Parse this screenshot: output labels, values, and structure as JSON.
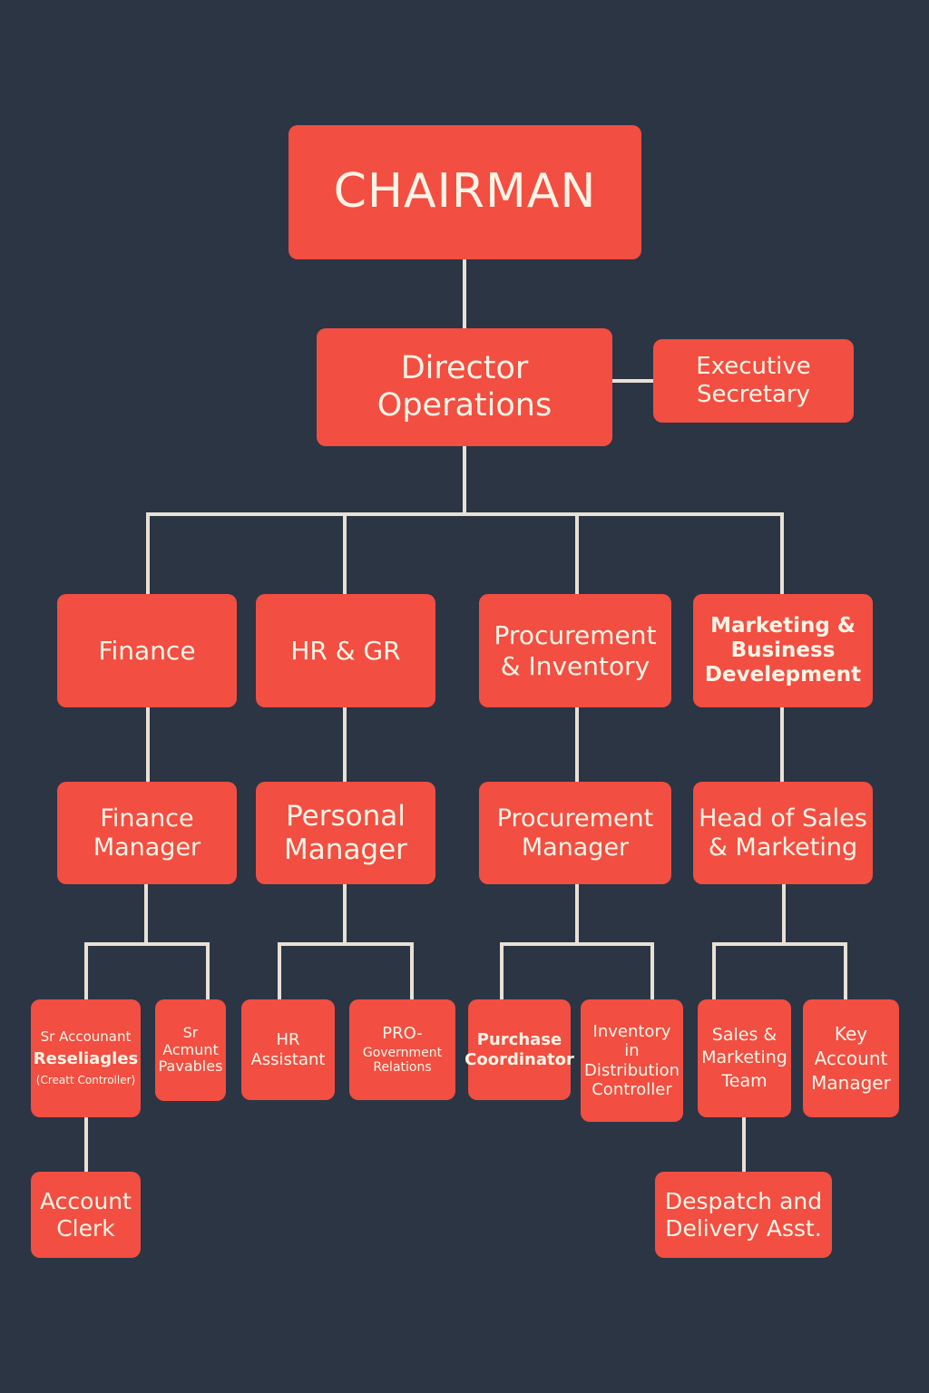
{
  "colors": {
    "background": "#2B3544",
    "node": "#F24E42",
    "text": "#FFF4E6",
    "connector": "#E8E1D6"
  },
  "chart": {
    "chairman": "CHAIRMAN",
    "director": "Director\nOperations",
    "executive_secretary": "Executive\nSecretary",
    "departments": {
      "finance": "Finance",
      "hr": "HR & GR",
      "procurement": "Procurement\n& Inventory",
      "marketing": "Marketing &\nBusiness\nDevelepment"
    },
    "managers": {
      "finance": "Finance\nManager",
      "hr": "Personal\nManager",
      "procurement": "Procurement\nManager",
      "marketing": "Head of Sales\n& Marketing"
    },
    "staff": {
      "sr_accountant_line1": "Sr Accounant",
      "sr_accountant_line2": "Reseliagles",
      "sr_accountant_line3": "(Creatt Controller)",
      "sr_payables": "Sr\nAcmunt\nPavables",
      "hr_assistant": "HR\nAssistant",
      "pro_line1": "PRO-",
      "pro_line2": "Government\nRelations",
      "purchase_coordinator": "Purchase\nCoordinator",
      "inventory_controller": "Inventory\nin\nDistribution\nController",
      "sales_team": "Sales &\nMarketing\nTeam",
      "key_account": "Key\nAccount\nManager"
    },
    "sub_staff": {
      "account_clerk": "Account\nClerk",
      "despatch": "Despatch and\nDelivery Asst."
    }
  }
}
